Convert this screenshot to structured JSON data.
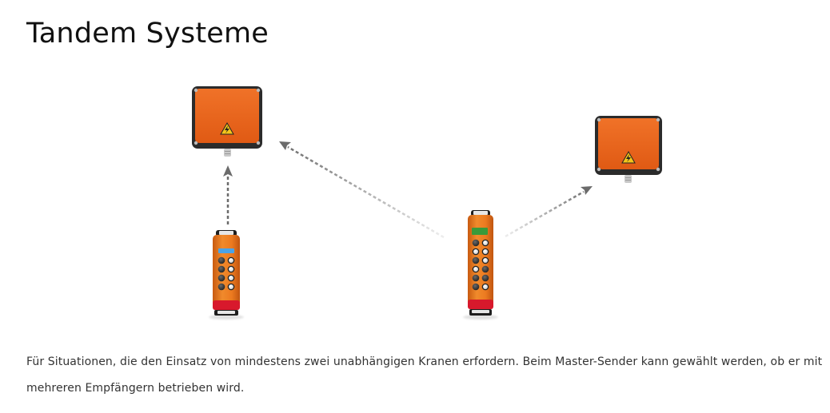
{
  "page": {
    "title": "Tandem Systeme",
    "description": "Für Situationen, die den Einsatz von mindestens zwei unabhängigen Kranen erfordern. Beim Master-Sender kann gewählt werden, ob er mit mehreren Empfängern betrieben wird."
  },
  "diagram": {
    "receivers": [
      {
        "name": "receiver-left",
        "icon": "warning-high-voltage-icon"
      },
      {
        "name": "receiver-right",
        "icon": "warning-high-voltage-icon"
      }
    ],
    "transmitters": [
      {
        "name": "transmitter-slave",
        "buttons": 8,
        "display_color": "#4aa3e8"
      },
      {
        "name": "transmitter-master",
        "buttons": 12,
        "display_color": "#3a9a3a"
      }
    ],
    "colors": {
      "housing_orange": "#e8601c",
      "housing_frame": "#2a2a2a",
      "remote_orange": "#e8731e",
      "remote_red": "#d8192c",
      "arrow_gray": "#6b6b6b"
    }
  }
}
